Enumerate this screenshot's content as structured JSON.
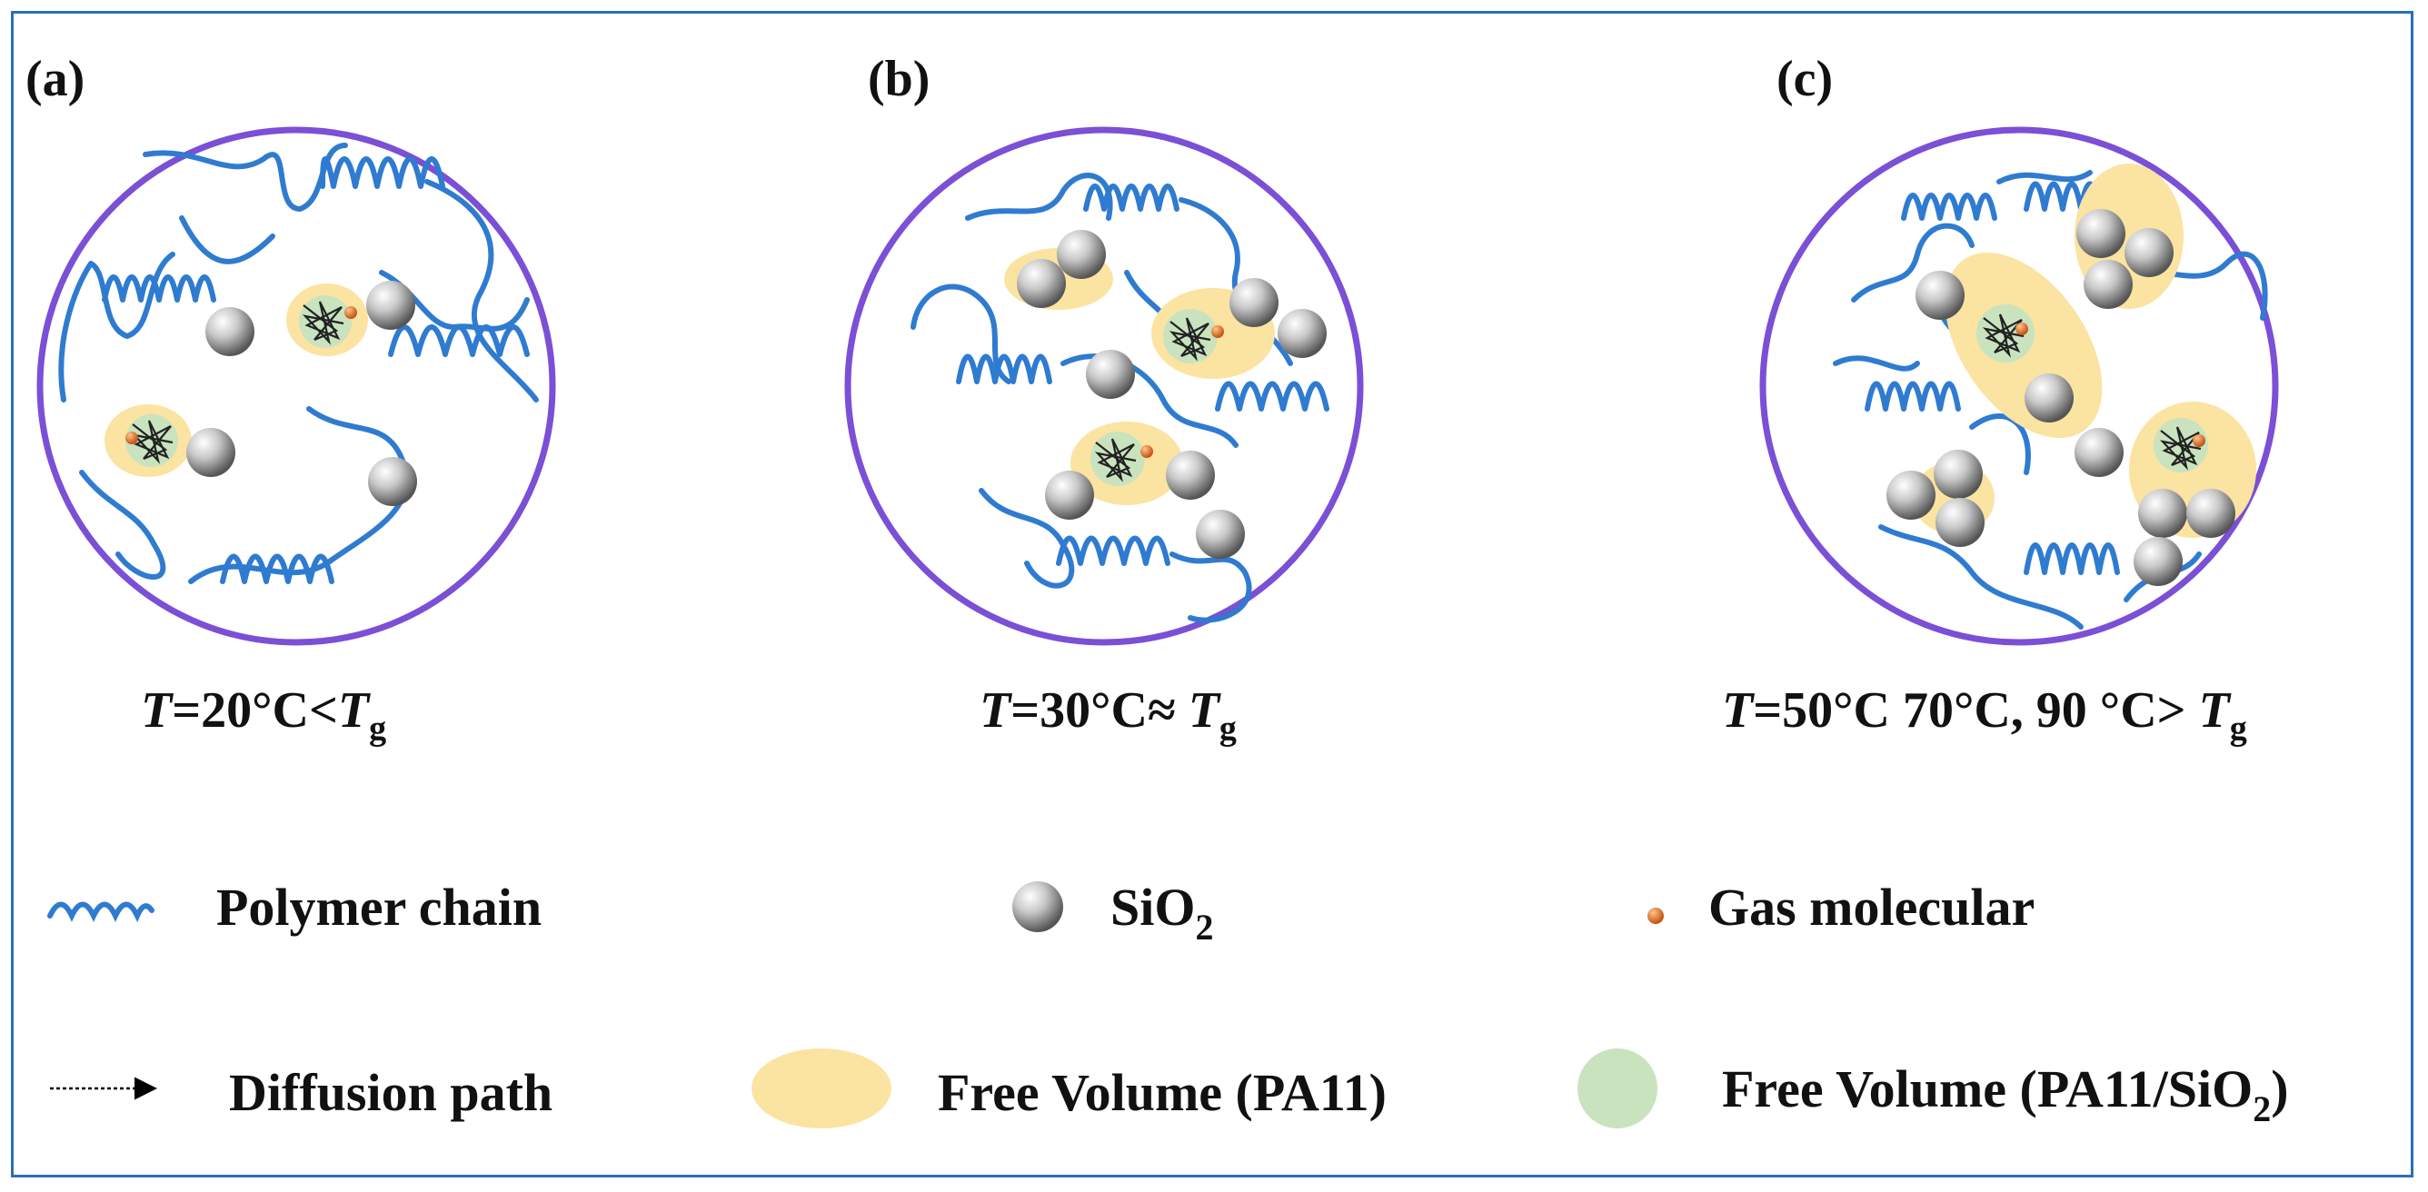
{
  "panels": [
    {
      "label": "(a)",
      "condition": {
        "t": "T",
        "text": "=20°C<",
        "t2": "T",
        "sub": "g"
      }
    },
    {
      "label": "(b)",
      "condition": {
        "t": "T",
        "text": "=30°C≈ ",
        "t2": "T",
        "sub": "g"
      }
    },
    {
      "label": "(c)",
      "condition": {
        "t": "T",
        "text": "=50°C 70°C, 90 °C> ",
        "t2": "T",
        "sub": "g"
      }
    }
  ],
  "legend": {
    "polymer_chain": "Polymer chain",
    "sio2_main": "SiO",
    "sio2_sub": "2",
    "gas": "Gas molecular",
    "diffusion": "Diffusion path",
    "fv_pa11": "Free Volume (PA11)",
    "fv_comp_main": "Free Volume (PA11/SiO",
    "fv_comp_sub": "2",
    "fv_comp_close": ")"
  },
  "colors": {
    "frame": "#2b6fb6",
    "circle": "#7b4fd6",
    "chain": "#2f7bd0",
    "free_volume_pa11": "#fbe3a1",
    "free_volume_composite": "#c9e3bf",
    "gas": "#e0701e",
    "sphere": "#9a9a9a"
  }
}
